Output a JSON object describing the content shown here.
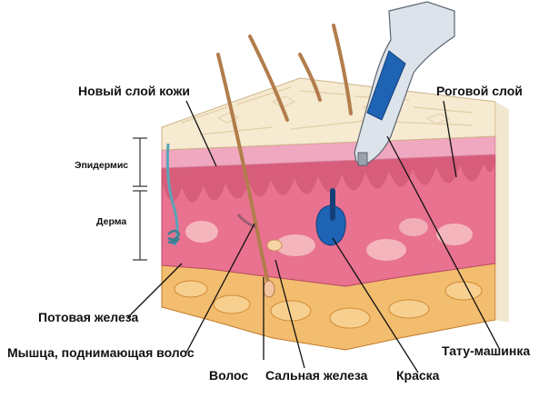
{
  "labels": {
    "new_skin_layer": "Новый слой кожи",
    "stratum_corneum": "Роговой слой",
    "epidermis": "Эпидермис",
    "dermis": "Дерма",
    "sweat_gland": "Потовая железа",
    "arrector_muscle": "Мышца, поднимающая волос",
    "hair": "Волос",
    "sebaceous_gland": "Сальная железа",
    "ink": "Краска",
    "tattoo_machine": "Тату-машинка"
  },
  "colors": {
    "stratum": "#f6ead0",
    "cell_lines": "#e3cfa8",
    "epidermis_band": "#f0a7c0",
    "dermis": "#e8728f",
    "dermis_dark": "#c94d6b",
    "fat": "#f2bd6e",
    "fat_dark": "#e0902f",
    "hair": "#b27d4b",
    "ink": "#1f63b4",
    "machine_body": "#dde3ea",
    "sweat_duct": "#5aa3b8"
  }
}
